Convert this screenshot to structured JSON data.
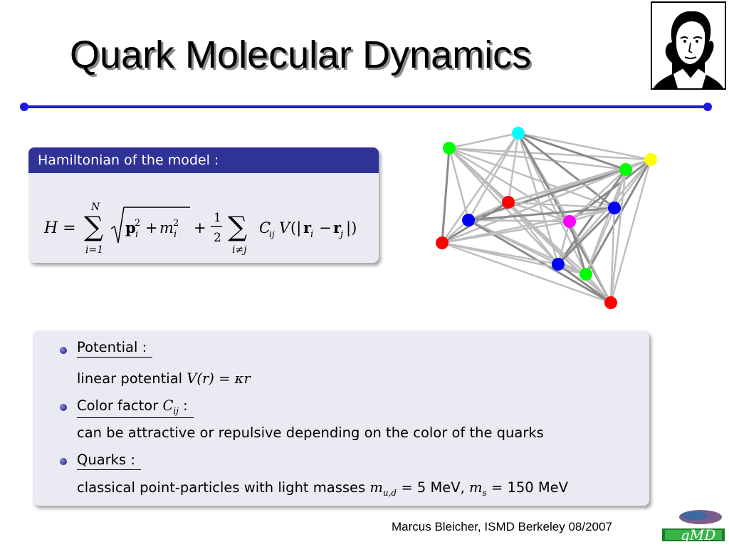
{
  "slide": {
    "title": "Quark Molecular Dynamics",
    "footer": "Marcus Bleicher, ISMD Berkeley 08/2007"
  },
  "block": {
    "header": "Hamiltonian of the model :",
    "formula": {
      "lhs": "H =",
      "sum_upper": "N",
      "sum_lower": "i=1",
      "plus1": "+",
      "frac_num": "1",
      "frac_den": "2",
      "sum2_lower": "i≠j",
      "tail": "C",
      "tail_sub": "ij",
      "potential": "V(|r",
      "minus": "− r",
      "close": "|)"
    }
  },
  "items": [
    {
      "head": "Potential :",
      "desc_text": "linear potential ",
      "desc_math": "V(r) = κr"
    },
    {
      "head": "Color factor ",
      "head_math": "C",
      "head_sub": "ij",
      "head_tail": " :",
      "desc_text": "can be attractive or repulsive depending on the color of the quarks"
    },
    {
      "head": "Quarks :",
      "desc_text": "classical point-particles with light masses ",
      "desc_m1": "m",
      "desc_m1_sub": "u,d",
      "desc_eq1": " = 5 MeV, ",
      "desc_m2": "m",
      "desc_m2_sub": "s",
      "desc_eq2": " = 150 MeV"
    }
  ],
  "colors": {
    "accent": "#1a1ae0",
    "block_header": "#2f3396",
    "block_bg": "#eaeaf3"
  },
  "quarks": [
    {
      "color": "#00ff00"
    },
    {
      "color": "#00ffff"
    },
    {
      "color": "#ffff00"
    },
    {
      "color": "#00ff00"
    },
    {
      "color": "#ff0000"
    },
    {
      "color": "#0000ff"
    },
    {
      "color": "#ff00ff"
    },
    {
      "color": "#0000ff"
    },
    {
      "color": "#ff0000"
    },
    {
      "color": "#0000ff"
    },
    {
      "color": "#00ff00"
    },
    {
      "color": "#ff0000"
    }
  ],
  "icons": {
    "portrait": "goethe-portrait-icon",
    "logo": "qmd-logo-icon"
  }
}
